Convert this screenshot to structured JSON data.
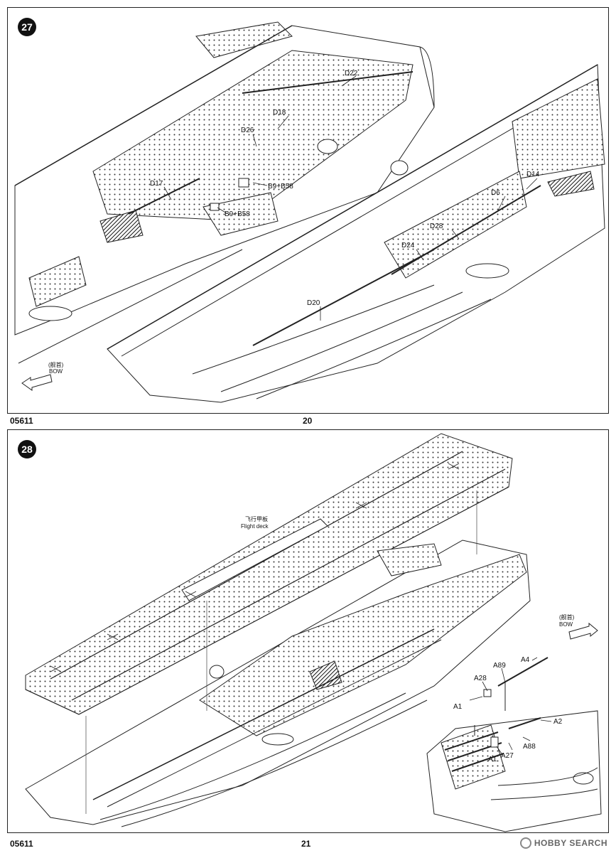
{
  "page_top": {
    "step": "27",
    "labels": {
      "d22": "D22",
      "d18": "D18",
      "d26": "D26",
      "d17": "D17",
      "b9b58_1": "B9+B58",
      "b9b58_2": "B9+B58",
      "d14": "D14",
      "d6": "D6",
      "d28": "D28",
      "d24": "D24",
      "d20": "D20"
    },
    "bow_cn": "(舰首)",
    "bow_en": "BOW",
    "code": "05611",
    "page_number": "20"
  },
  "page_bottom": {
    "step": "28",
    "flight_deck_cn": "飞行甲板",
    "flight_deck_en": "Flight deck",
    "bow_cn": "(舰首)",
    "bow_en": "BOW",
    "labels": {
      "a89": "A89",
      "a4": "A4",
      "a28": "A28",
      "a1_top": "A1",
      "a2": "A2",
      "a88": "A88",
      "a1_bottom": "A1",
      "a27": "A27"
    },
    "code": "05611",
    "page_number": "21"
  },
  "watermark": "HOBBY SEARCH"
}
